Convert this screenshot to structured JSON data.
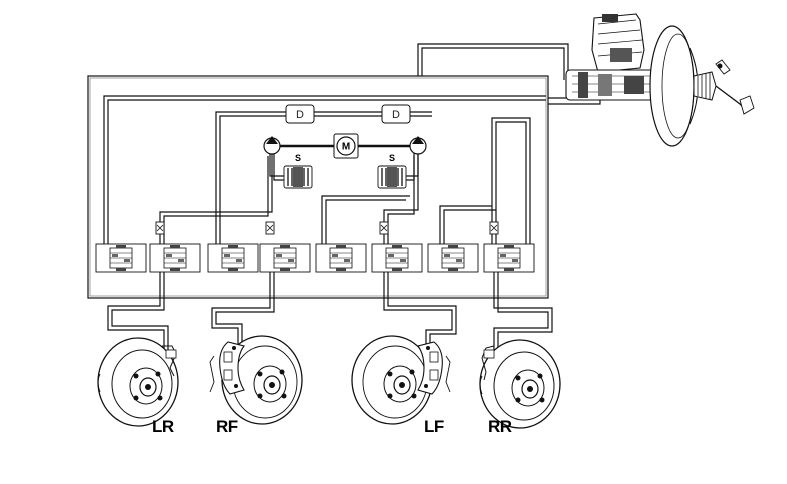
{
  "diagram": {
    "labels": {
      "damper_left": "D",
      "damper_right": "D",
      "motor": "M",
      "solenoid_left": "S",
      "solenoid_right": "S"
    },
    "wheels": [
      {
        "label": "LR",
        "type": "drum"
      },
      {
        "label": "RF",
        "type": "disc"
      },
      {
        "label": "LF",
        "type": "disc"
      },
      {
        "label": "RR",
        "type": "drum"
      }
    ]
  }
}
